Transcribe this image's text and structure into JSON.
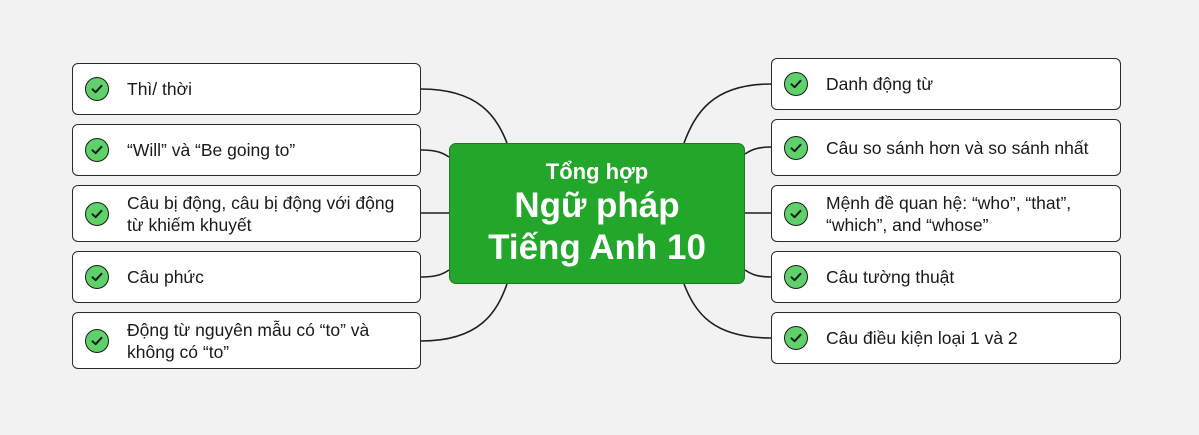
{
  "center": {
    "subtitle": "Tổng hợp",
    "title_line1": "Ngữ pháp",
    "title_line2": "Tiếng Anh 10"
  },
  "colors": {
    "center_fill": "#22a72a",
    "check_fill": "#5fd16a",
    "line": "#1e1e1e",
    "background": "#f2f2f2"
  },
  "left_topics": [
    {
      "label": "Thì/ thời",
      "icon": "check-circle-icon"
    },
    {
      "label": "“Will” và “Be going to”",
      "icon": "check-circle-icon"
    },
    {
      "label": "Câu bị động, câu bị động với động từ khiếm khuyết",
      "icon": "check-circle-icon"
    },
    {
      "label": "Câu phức",
      "icon": "check-circle-icon"
    },
    {
      "label": "Động từ nguyên mẫu có “to” và không có “to”",
      "icon": "check-circle-icon"
    }
  ],
  "right_topics": [
    {
      "label": "Danh động từ",
      "icon": "check-circle-icon"
    },
    {
      "label": "Câu so sánh hơn và so sánh nhất",
      "icon": "check-circle-icon"
    },
    {
      "label": "Mệnh đề quan hệ: “who”, “that”, “which”, and “whose”",
      "icon": "check-circle-icon"
    },
    {
      "label": "Câu tường thuật",
      "icon": "check-circle-icon"
    },
    {
      "label": "Câu điều kiện loại 1 và 2",
      "icon": "check-circle-icon"
    }
  ]
}
